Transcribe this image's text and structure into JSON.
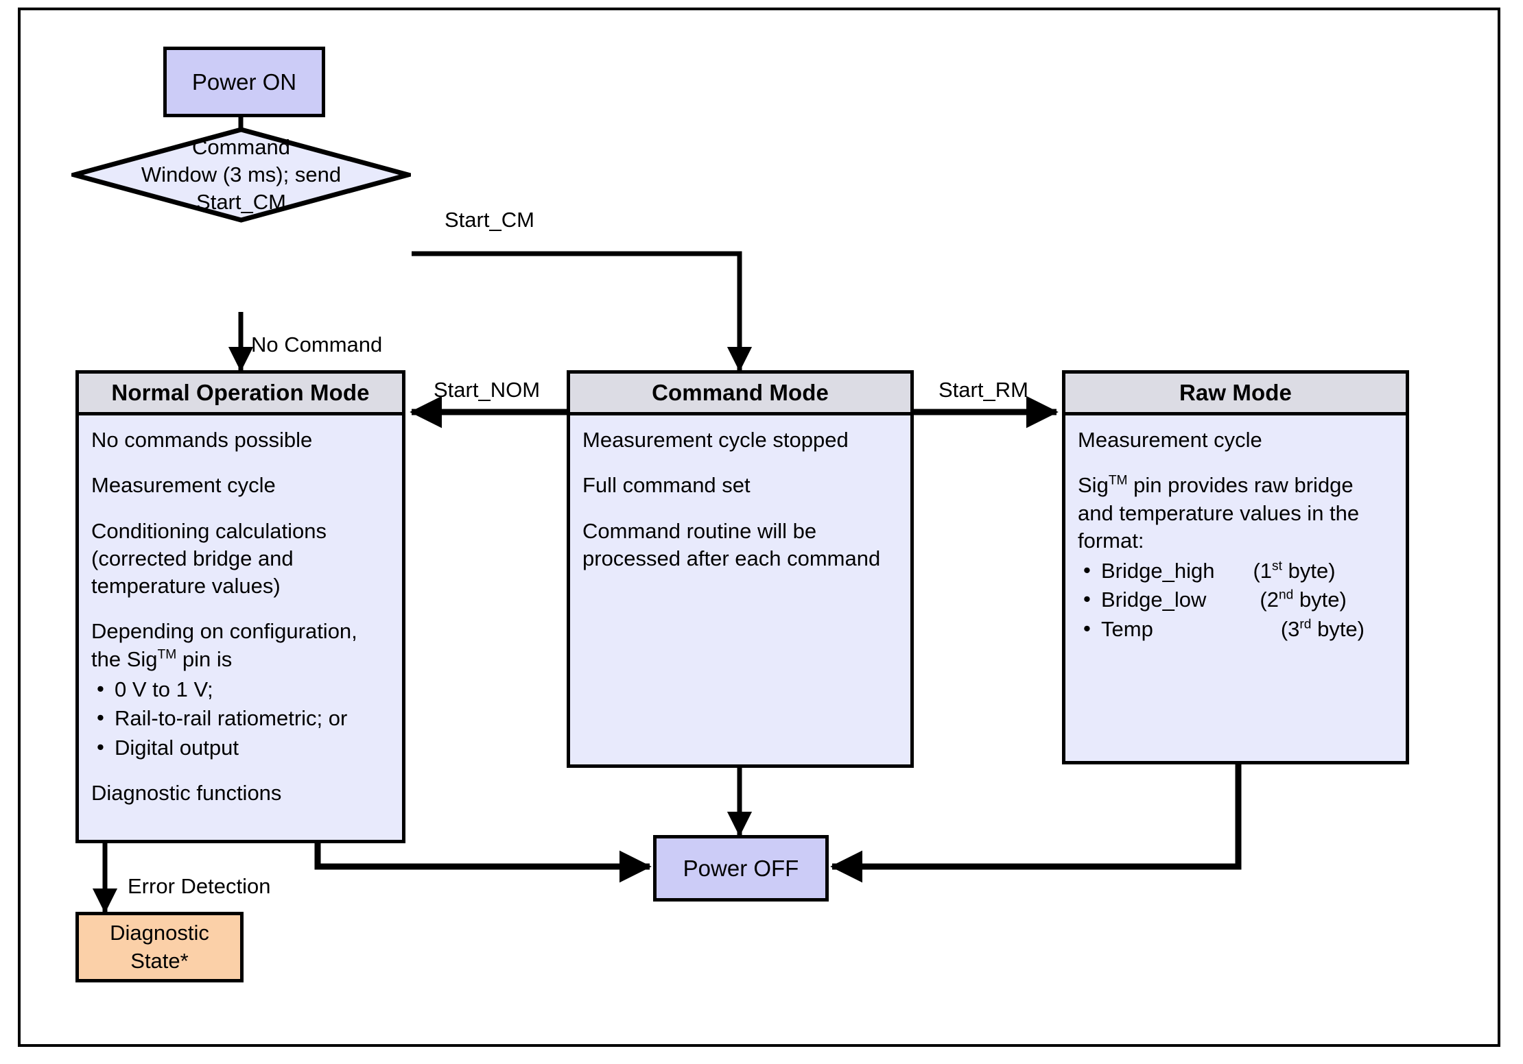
{
  "diagram": {
    "title": "Sensor operating-mode state flow",
    "colors": {
      "terminal_fill": "#CCCCF7",
      "panel_body_fill": "#E8EAFC",
      "panel_header_fill": "#DCDCE4",
      "diagnostic_fill": "#FBD0A8",
      "stroke": "#000000",
      "background": "#FFFFFF"
    }
  },
  "nodes": {
    "power_on": {
      "label": "Power ON"
    },
    "decision": {
      "line1": "Command",
      "line2": "Window (3 ms); send",
      "line3": "Start_CM"
    },
    "normal_operation_mode": {
      "header": "Normal Operation Mode",
      "p1": "No commands possible",
      "p2": "Measurement cycle",
      "p3": "Conditioning calculations (corrected bridge and temperature values)",
      "p4_pre": "Depending on configuration, the Sig",
      "p4_sup": "TM",
      "p4_post": " pin is",
      "bullets": [
        "0 V to 1 V;",
        "Rail-to-rail ratiometric; or",
        "Digital output"
      ],
      "p5": "Diagnostic functions"
    },
    "command_mode": {
      "header": "Command Mode",
      "p1": "Measurement cycle stopped",
      "p2": "Full command set",
      "p3": "Command routine will be processed after each command"
    },
    "raw_mode": {
      "header": "Raw Mode",
      "p1": "Measurement cycle",
      "p2_pre": "Sig",
      "p2_sup": "TM",
      "p2_post": " pin provides raw bridge and temperature values in the format:",
      "bullets": [
        {
          "name": "Bridge_high",
          "order": "1",
          "ord_sup": "st",
          "unit": " byte)"
        },
        {
          "name": "Bridge_low",
          "order": "2",
          "ord_sup": "nd",
          "unit": " byte)"
        },
        {
          "name": "Temp",
          "order": "3",
          "ord_sup": "rd",
          "unit": " byte)"
        }
      ]
    },
    "power_off": {
      "label": "Power OFF"
    },
    "diagnostic_state": {
      "line1": "Diagnostic",
      "line2": "State*"
    }
  },
  "edges": {
    "start_cm": "Start_CM",
    "no_command": "No Command",
    "start_nom": "Start_NOM",
    "start_rm": "Start_RM",
    "error_detection": "Error Detection"
  }
}
